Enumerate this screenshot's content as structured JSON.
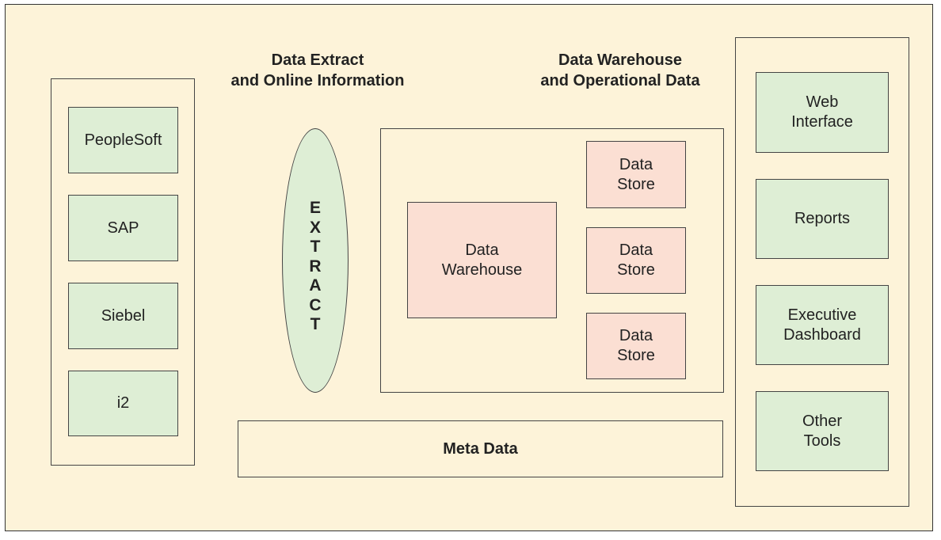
{
  "headings": {
    "extract": "Data Extract\nand Online Information",
    "warehouse": "Data Warehouse\nand Operational Data"
  },
  "sources": [
    {
      "label": "PeopleSoft"
    },
    {
      "label": "SAP"
    },
    {
      "label": "Siebel"
    },
    {
      "label": "i2"
    }
  ],
  "extract": {
    "label": "EXTRACT",
    "letters": [
      "E",
      "X",
      "T",
      "R",
      "A",
      "C",
      "T"
    ]
  },
  "warehouse": {
    "label": "Data\nWarehouse"
  },
  "stores": [
    {
      "label": "Data\nStore"
    },
    {
      "label": "Data\nStore"
    },
    {
      "label": "Data\nStore"
    }
  ],
  "meta_data": "Meta Data",
  "outputs": [
    {
      "label": "Web\nInterface"
    },
    {
      "label": "Reports"
    },
    {
      "label": "Executive\nDashboard"
    },
    {
      "label": "Other\nTools"
    }
  ],
  "colors": {
    "background": "#fdf3d9",
    "green": "#deeed5",
    "pink": "#fbdfd3",
    "border": "#444444"
  }
}
